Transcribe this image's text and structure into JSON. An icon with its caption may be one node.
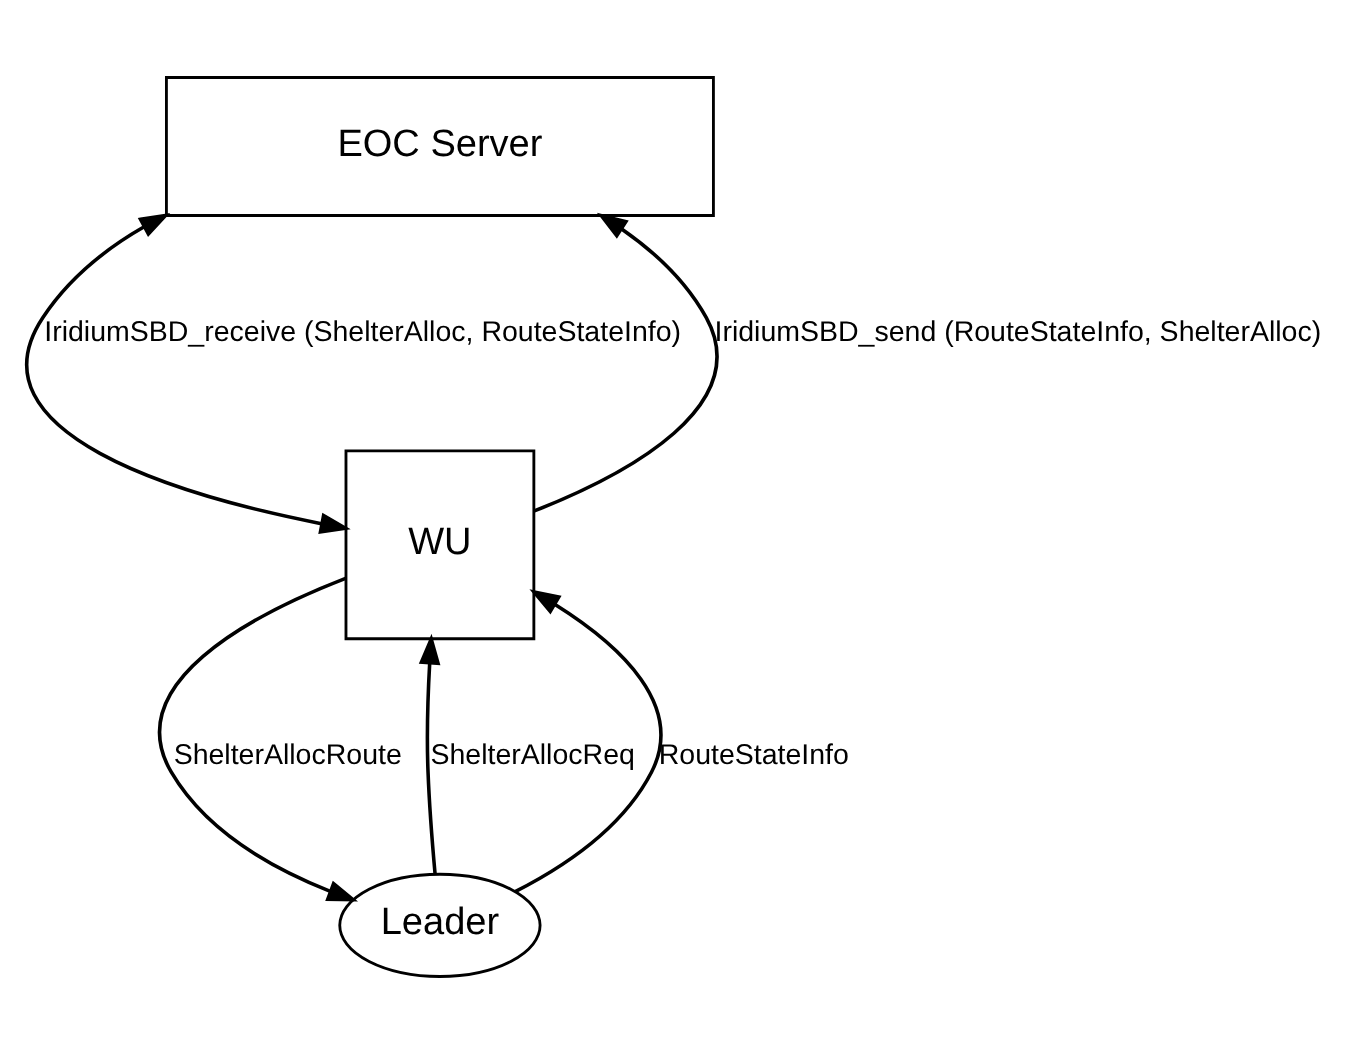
{
  "diagram": {
    "nodes": [
      {
        "text": [
          "EOC Server"
        ]
      },
      {
        "text": [
          "WU"
        ]
      },
      {
        "text": [
          "Leader"
        ]
      }
    ],
    "edges": [
      {
        "from": 1,
        "to": 0,
        "arrow": "to",
        "label": "IridiumSBD_send (RouteStateInfo, ShelterAlloc)"
      },
      {
        "from": 0,
        "to": 1,
        "arrow": "both",
        "label": "IridiumSBD_receive (ShelterAlloc, RouteStateInfo)"
      },
      {
        "from": 2,
        "to": 1,
        "arrow": "to",
        "label": "ShelterAllocReq"
      },
      {
        "from": 2,
        "to": 1,
        "arrow": "to",
        "label": "RouteStateInfo"
      },
      {
        "from": 1,
        "to": 2,
        "arrow": "to",
        "label": "ShelterAllocRoute"
      }
    ]
  }
}
